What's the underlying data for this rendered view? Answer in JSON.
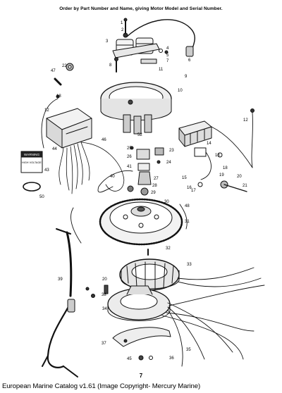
{
  "header_note": "Order by Part Number and Name, giving Motor Model and Serial Number.",
  "page_number": "7",
  "footer_caption": "European Marine Catalog v1.61 (Image Copyright- Mercury Marine)",
  "decal_text": [
    "WARNING",
    "HIGH VOLTAGE"
  ],
  "callouts": [
    {
      "id": "c1",
      "label": "1"
    },
    {
      "id": "c2",
      "label": "2"
    },
    {
      "id": "c3",
      "label": "3"
    },
    {
      "id": "c4",
      "label": "4"
    },
    {
      "id": "c5",
      "label": "5"
    },
    {
      "id": "c6",
      "label": "6"
    },
    {
      "id": "c7",
      "label": "7"
    },
    {
      "id": "c8",
      "label": "8"
    },
    {
      "id": "c9",
      "label": "9"
    },
    {
      "id": "c10",
      "label": "10"
    },
    {
      "id": "c11",
      "label": "11"
    },
    {
      "id": "c12",
      "label": "12"
    },
    {
      "id": "c12b",
      "label": "12"
    },
    {
      "id": "c13",
      "label": "13"
    },
    {
      "id": "c14",
      "label": "14"
    },
    {
      "id": "c15",
      "label": "15"
    },
    {
      "id": "c16",
      "label": "16"
    },
    {
      "id": "c17",
      "label": "17"
    },
    {
      "id": "c18",
      "label": "18"
    },
    {
      "id": "c18b",
      "label": "18"
    },
    {
      "id": "c19",
      "label": "19"
    },
    {
      "id": "c20",
      "label": "20"
    },
    {
      "id": "c20b",
      "label": "20"
    },
    {
      "id": "c21",
      "label": "21"
    },
    {
      "id": "c22",
      "label": "22"
    },
    {
      "id": "c23",
      "label": "23"
    },
    {
      "id": "c24",
      "label": "24"
    },
    {
      "id": "c25",
      "label": "25"
    },
    {
      "id": "c26",
      "label": "26"
    },
    {
      "id": "c27",
      "label": "27"
    },
    {
      "id": "c28",
      "label": "28"
    },
    {
      "id": "c29",
      "label": "29"
    },
    {
      "id": "c30",
      "label": "30"
    },
    {
      "id": "c31",
      "label": "31"
    },
    {
      "id": "c32",
      "label": "32"
    },
    {
      "id": "c33",
      "label": "33"
    },
    {
      "id": "c34",
      "label": "34"
    },
    {
      "id": "c35",
      "label": "35"
    },
    {
      "id": "c36",
      "label": "36"
    },
    {
      "id": "c37",
      "label": "37"
    },
    {
      "id": "c38",
      "label": "38"
    },
    {
      "id": "c39",
      "label": "39"
    },
    {
      "id": "c40",
      "label": "40"
    },
    {
      "id": "c41",
      "label": "41"
    },
    {
      "id": "c43",
      "label": "43"
    },
    {
      "id": "c44",
      "label": "44"
    },
    {
      "id": "c45",
      "label": "45"
    },
    {
      "id": "c46",
      "label": "46"
    },
    {
      "id": "c47",
      "label": "47"
    },
    {
      "id": "c48",
      "label": "48"
    },
    {
      "id": "c50",
      "label": "50"
    },
    {
      "id": "c52",
      "label": "52"
    }
  ]
}
